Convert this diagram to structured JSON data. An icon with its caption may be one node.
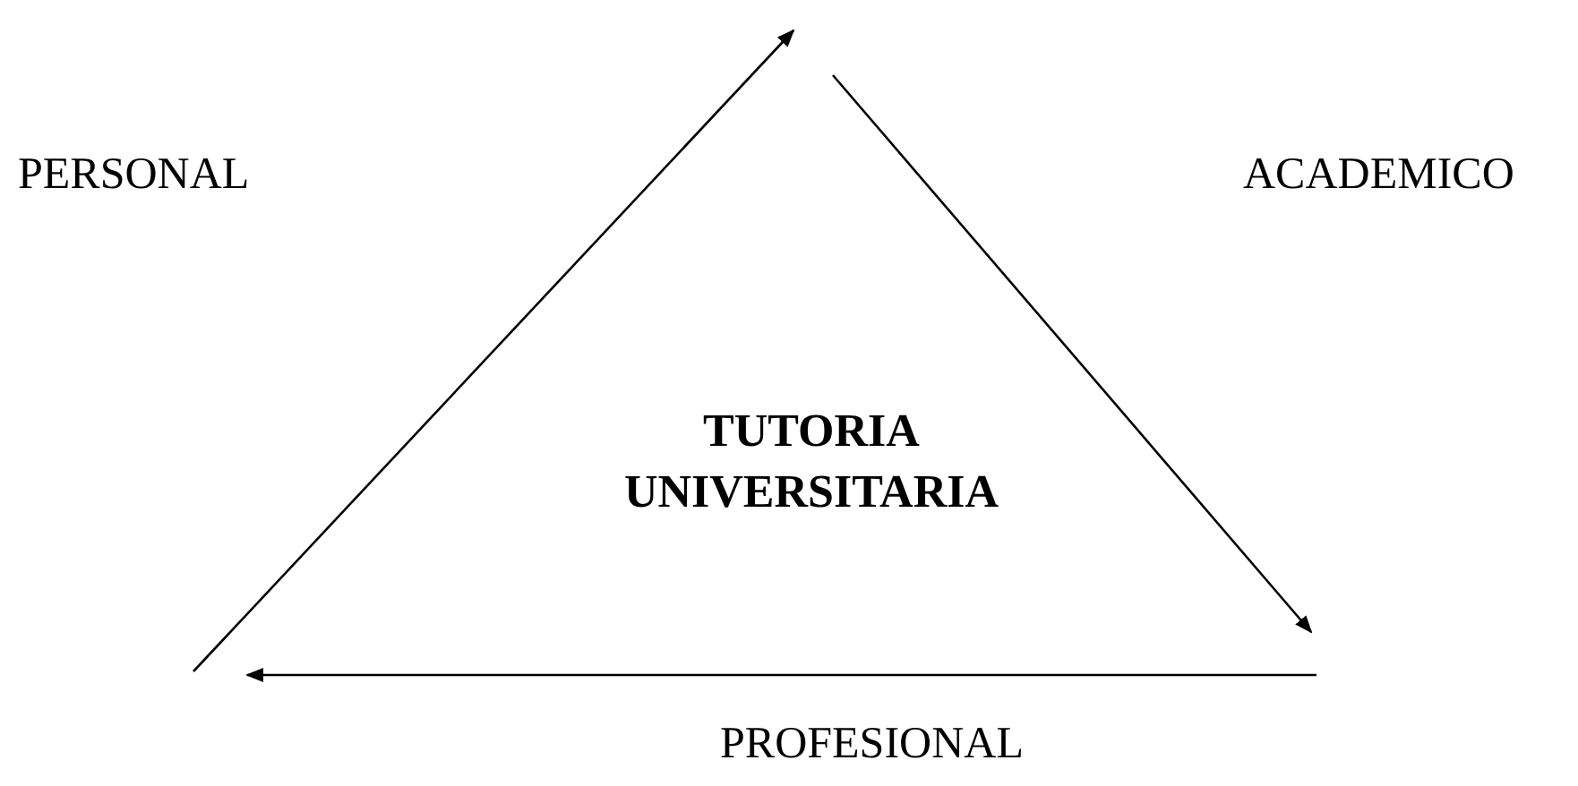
{
  "diagram": {
    "labels": [
      "PERSONAL",
      "ACADEMICO",
      "TUTORIA UNIVERSITARIA",
      "PROFESIONAL"
    ]
  }
}
